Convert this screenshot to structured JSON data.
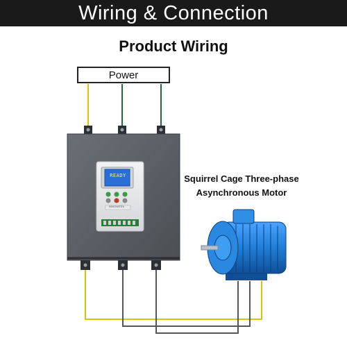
{
  "banner": {
    "title": "Wiring & Connection"
  },
  "diagram": {
    "subtitle": "Product Wiring",
    "power_label": "Power",
    "motor_label_line1": "Squirrel Cage Three-phase",
    "motor_label_line2": "Asynchronous Motor",
    "device_display_text": "READY",
    "device_brand_text": "INNOVATEK"
  },
  "colors": {
    "banner_bg": "#1a1a1a",
    "wire_yellow": "#d8c400",
    "wire_green": "#1f6b3a",
    "wire_dark": "#555555",
    "panel_body": "#5b6166",
    "motor_blue": "#1f7fd6",
    "lcd_blue": "#2a6fd8"
  },
  "icons": [
    "soft-starter-panel",
    "controller-keypad",
    "three-phase-motor",
    "terminal-lugs"
  ]
}
